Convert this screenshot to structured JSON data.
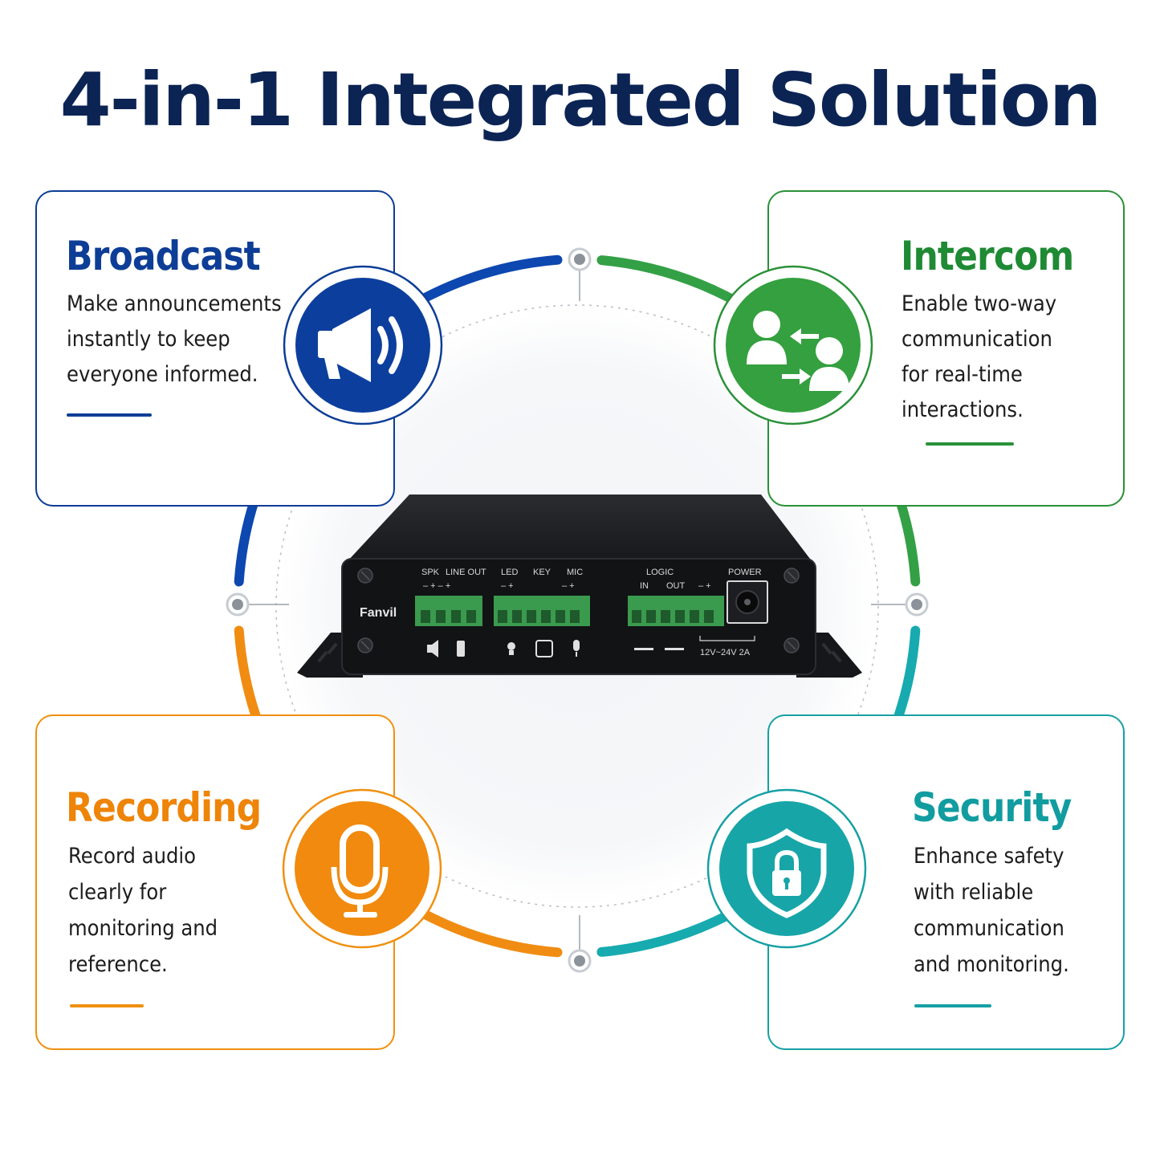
{
  "title": "4-in-1 Integrated Solution",
  "features": [
    {
      "id": "broadcast",
      "title": "Broadcast",
      "lines": [
        "Make announcements",
        "instantly to keep",
        "everyone informed."
      ],
      "color": "#0a3d99",
      "icon": "megaphone-icon"
    },
    {
      "id": "intercom",
      "title": "Intercom",
      "lines": [
        "Enable two-way",
        "communication",
        "for real-time",
        "interactions."
      ],
      "color": "#2a9138",
      "icon": "two-way-users-icon"
    },
    {
      "id": "recording",
      "title": "Recording",
      "lines": [
        "Record audio",
        "clearly for",
        "monitoring and",
        "reference."
      ],
      "color": "#f08a0c",
      "icon": "microphone-icon"
    },
    {
      "id": "security",
      "title": "Security",
      "lines": [
        "Enhance safety",
        "with reliable",
        "communication",
        "and monitoring."
      ],
      "color": "#14a3a6",
      "icon": "shield-lock-icon"
    }
  ],
  "device": {
    "brand": "Fanvil",
    "labels": {
      "spk": "SPK",
      "line_out": "LINE OUT",
      "led": "LED",
      "key": "KEY",
      "mic": "MIC",
      "logic": "LOGIC",
      "in": "IN",
      "out": "OUT",
      "power": "POWER",
      "power_spec": "12V~24V 2A"
    }
  }
}
